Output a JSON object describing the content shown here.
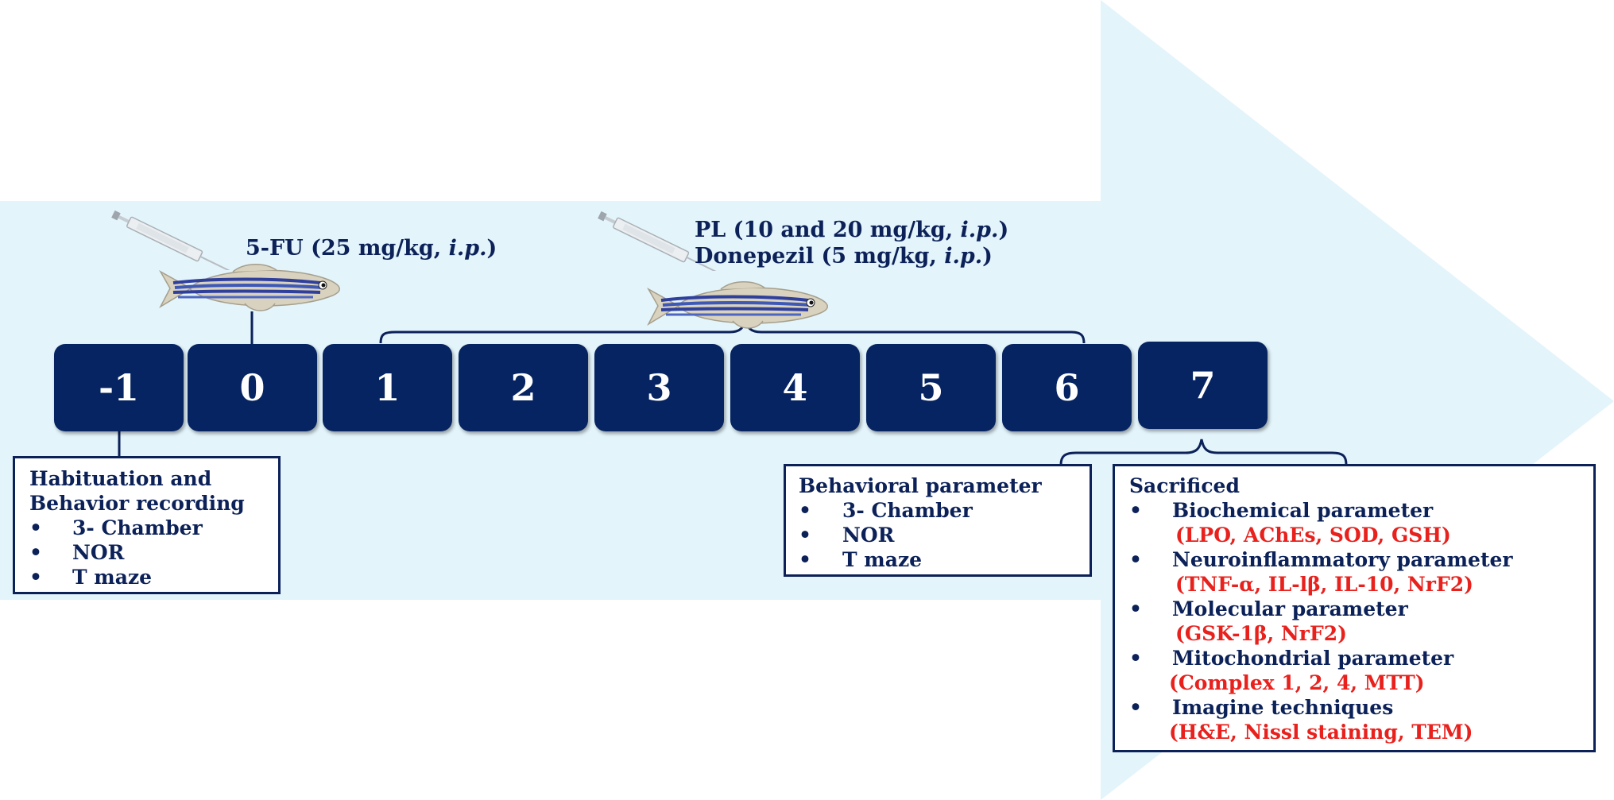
{
  "treatments": {
    "fu": {
      "name": "5-FU (25 mg/kg, ",
      "route": "i.p.",
      "close": ")"
    },
    "pl": {
      "name": "PL (10 and 20 mg/kg, ",
      "route": "i.p.",
      "close": ")"
    },
    "donepezil": {
      "name": "Donepezil (5 mg/kg, ",
      "route": "i.p.",
      "close": ")"
    }
  },
  "days": [
    "-1",
    "0",
    "1",
    "2",
    "3",
    "4",
    "5",
    "6",
    "7"
  ],
  "habituation_box": {
    "title_line1": "Habituation and",
    "title_line2": "Behavior recording",
    "items": [
      "3- Chamber",
      "NOR",
      "T maze"
    ]
  },
  "behavioral_box": {
    "title": "Behavioral parameter",
    "items": [
      "3- Chamber",
      "NOR",
      "T maze"
    ]
  },
  "sacrificed_box": {
    "title": "Sacrificed",
    "items": [
      {
        "label": "Biochemical parameter",
        "detail": "(LPO, AChEs, SOD, GSH)"
      },
      {
        "label": "Neuroinflammatory parameter",
        "detail": "(TNF-α, IL-lβ, IL-10, NrF2)"
      },
      {
        "label": "Molecular parameter",
        "detail": "(GSK-1β, NrF2)"
      },
      {
        "label": "Mitochondrial parameter",
        "detail": "(Complex 1, 2, 4, MTT)"
      },
      {
        "label": "Imagine techniques",
        "detail": "(H&E, Nissl staining, TEM)"
      }
    ]
  },
  "bullet": "•",
  "colors": {
    "arrow": "#e3f4fb",
    "day_box": "#062461",
    "text": "#0b2158",
    "highlight": "#e8211d"
  }
}
